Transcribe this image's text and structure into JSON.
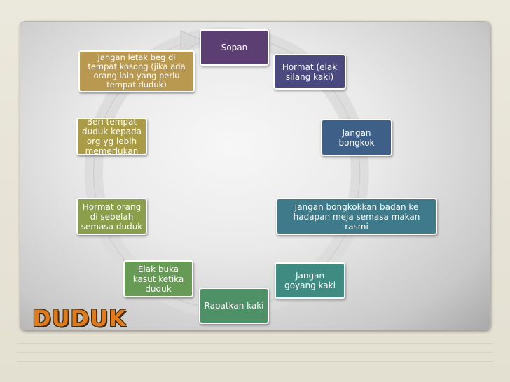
{
  "title": "DUDUK",
  "nodes": [
    {
      "id": "sopan",
      "label": "Sopan",
      "color": "#5b3e72"
    },
    {
      "id": "hormat-elak",
      "label": "Hormat (elak silang kaki)",
      "color": "#4a4a7f"
    },
    {
      "id": "jangan-bongkok",
      "label": "Jangan bongkok",
      "color": "#3e5f88"
    },
    {
      "id": "jangan-bongkokkan",
      "label": "Jangan bongkokkan badan ke hadapan meja semasa makan rasmi",
      "color": "#3f7a8a"
    },
    {
      "id": "jangan-goyang",
      "label": "Jangan goyang kaki",
      "color": "#3f8b82"
    },
    {
      "id": "rapatkan",
      "label": "Rapatkan kaki",
      "color": "#4e9167"
    },
    {
      "id": "elak-buka",
      "label": "Elak buka kasut ketika duduk",
      "color": "#679b55"
    },
    {
      "id": "hormat-orang",
      "label": "Hormat orang di sebelah semasa duduk",
      "color": "#8a9e4b"
    },
    {
      "id": "beri-tempat",
      "label": "Beri tempat duduk kepada org yg lebih memerlukan",
      "color": "#aa9c46"
    },
    {
      "id": "jangan-letak",
      "label": "Jangan letak beg di tempat kosong (jika ada orang lain yang perlu tempat duduk)",
      "color": "#b99850"
    }
  ]
}
